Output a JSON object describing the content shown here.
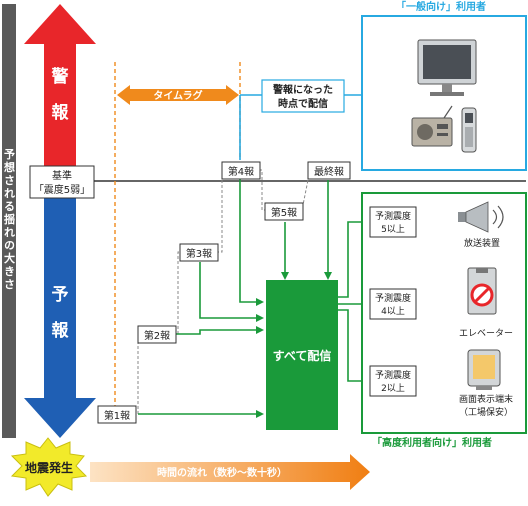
{
  "side_axis": {
    "label": "予想される揺れの大きさ"
  },
  "warning_arrow": {
    "chars": [
      "警",
      "報"
    ],
    "color": "#e8262a"
  },
  "forecast_arrow": {
    "chars": [
      "予",
      "報"
    ],
    "color": "#1f5fb4"
  },
  "threshold": {
    "line1": "基準",
    "line2": "「震度5弱」"
  },
  "time_lag": {
    "label": "タイムラグ"
  },
  "alert_point": {
    "line1": "警報になった",
    "line2": "時点で配信"
  },
  "reports": {
    "r1": "第1報",
    "r2": "第2報",
    "r3": "第3報",
    "r4": "第4報",
    "r5": "第5報",
    "final": "最終報"
  },
  "deliver_all": {
    "label": "すべて配信"
  },
  "general_users": {
    "title": "「一般向け」利用者"
  },
  "advanced_users": {
    "title": "「高度利用者向け」利用者",
    "tiers": [
      {
        "line1": "予測震度",
        "line2": "5以上",
        "device": "放送装置"
      },
      {
        "line1": "予測震度",
        "line2": "4以上",
        "device": "エレベーター"
      },
      {
        "line1": "予測震度",
        "line2": "2以上",
        "device_line1": "画面表示端末",
        "device_line2": "（工場保安）"
      }
    ]
  },
  "earthquake": {
    "label": "地震発生"
  },
  "time_axis": {
    "label": "時間の流れ（数秒〜数十秒）"
  },
  "colors": {
    "warning_red": "#e8262a",
    "forecast_blue": "#1f5fb4",
    "green": "#1a9a3a",
    "cyan": "#27a9e1",
    "orange": "#f08a1c",
    "yellow": "#f2ea2a",
    "side_gray": "#5a5a5a"
  }
}
